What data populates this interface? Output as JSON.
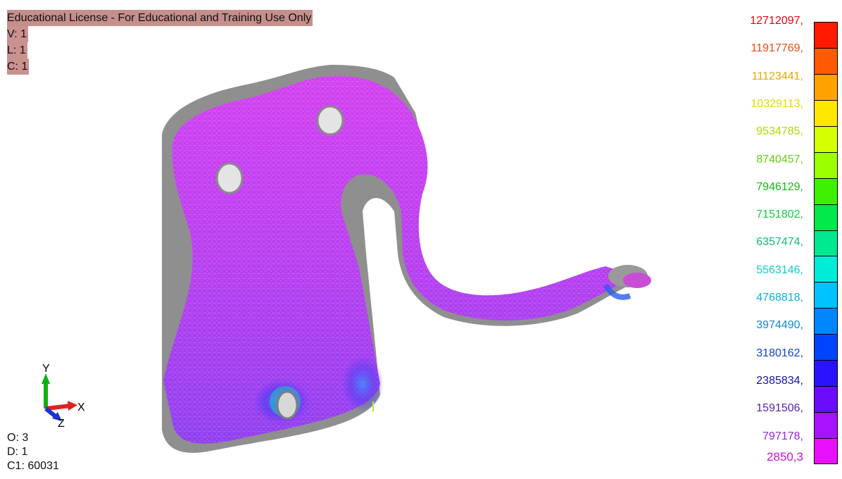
{
  "header": {
    "license": "Educational License - For Educational and Training Use Only",
    "v": "V: 1",
    "l": "L: 1",
    "c": "C: 1"
  },
  "footer": {
    "o": "O: 3",
    "d": "D: 1",
    "c1": "C1: 60031"
  },
  "triad": {
    "x": "X",
    "y": "Y",
    "z": "Z"
  },
  "legend": {
    "labels": [
      {
        "text": "12712097,",
        "color": "#e8000c"
      },
      {
        "text": "11917769,",
        "color": "#e84c10"
      },
      {
        "text": "11123441,",
        "color": "#e8a800"
      },
      {
        "text": "10329113,",
        "color": "#dddd00"
      },
      {
        "text": "9534785,",
        "color": "#aadd00"
      },
      {
        "text": "8740457,",
        "color": "#66cc11"
      },
      {
        "text": "7946129,",
        "color": "#11bb11"
      },
      {
        "text": "7151802,",
        "color": "#11cc44"
      },
      {
        "text": "6357474,",
        "color": "#11bb77"
      },
      {
        "text": "5563146,",
        "color": "#11cccc"
      },
      {
        "text": "4768818,",
        "color": "#11aadd"
      },
      {
        "text": "3974490,",
        "color": "#1188cc"
      },
      {
        "text": "3180162,",
        "color": "#1144cc"
      },
      {
        "text": "2385834,",
        "color": "#1111aa"
      },
      {
        "text": "1591506,",
        "color": "#5522bb"
      },
      {
        "text": "797178,",
        "color": "#9922dd"
      },
      {
        "text": "2850,3",
        "color": "#cc11cc"
      }
    ],
    "bands": [
      "#ff1a00",
      "#ff5a00",
      "#ffa200",
      "#ffe800",
      "#d4ff00",
      "#9cff00",
      "#3cf000",
      "#00e84a",
      "#00e890",
      "#00ecd8",
      "#00c2ff",
      "#0086ff",
      "#0044ff",
      "#2a14ff",
      "#6a0cff",
      "#a812ff",
      "#ea10ff"
    ]
  },
  "model_colors": {
    "body": "#cc33ee",
    "body_dark": "#9b33e6",
    "edge_gray": "#8e8e8e",
    "hole": "#dcdcdc"
  }
}
